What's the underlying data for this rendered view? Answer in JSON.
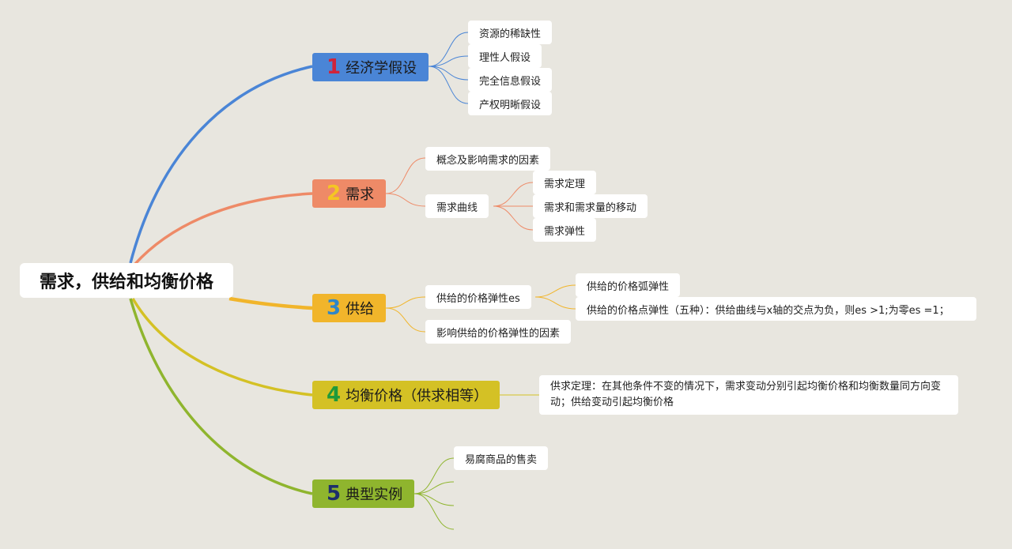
{
  "root": {
    "label": "需求，供给和均衡价格"
  },
  "branches": [
    {
      "number": "1",
      "label": "经济学假设",
      "color": "#4a85d6",
      "number_color": "#d0243a",
      "children": [
        {
          "label": "资源的稀缺性"
        },
        {
          "label": "理性人假设"
        },
        {
          "label": "完全信息假设"
        },
        {
          "label": "产权明晰假设"
        }
      ]
    },
    {
      "number": "2",
      "label": "需求",
      "color": "#ee8a67",
      "number_color": "#f5c623",
      "children": [
        {
          "label": "概念及影响需求的因素"
        },
        {
          "label": "需求曲线",
          "children": [
            {
              "label": "需求定理"
            },
            {
              "label": "需求和需求量的移动"
            },
            {
              "label": "需求弹性"
            }
          ]
        }
      ]
    },
    {
      "number": "3",
      "label": "供给",
      "color": "#f1b52b",
      "number_color": "#2f86c9",
      "children": [
        {
          "label": "供给的价格弹性es",
          "children": [
            {
              "label": "供给的价格弧弹性"
            },
            {
              "label": "供给的价格点弹性（五种）：供给曲线与x轴的交点为负，则es >1;为零es =1；"
            }
          ]
        },
        {
          "label": "影响供给的价格弹性的因素"
        }
      ]
    },
    {
      "number": "4",
      "label": "均衡价格（供求相等）",
      "color": "#d4c125",
      "number_color": "#1f9a3a",
      "children": [
        {
          "label": "供求定理：在其他条件不变的情况下，需求变动分别引起均衡价格和均衡数量同方向变动；供给变动引起均衡价格"
        }
      ]
    },
    {
      "number": "5",
      "label": "典型实例",
      "color": "#8fb52e",
      "number_color": "#1d2f6b",
      "children": [
        {
          "label": "易腐商品的售卖"
        }
      ]
    }
  ],
  "colors": {
    "background": "#e8e6df",
    "branch1_line": "#4a85d6",
    "branch2_line": "#ee8a67",
    "branch3_line": "#f1b52b",
    "branch4_line": "#d4c125",
    "branch5_line": "#8fb52e"
  }
}
